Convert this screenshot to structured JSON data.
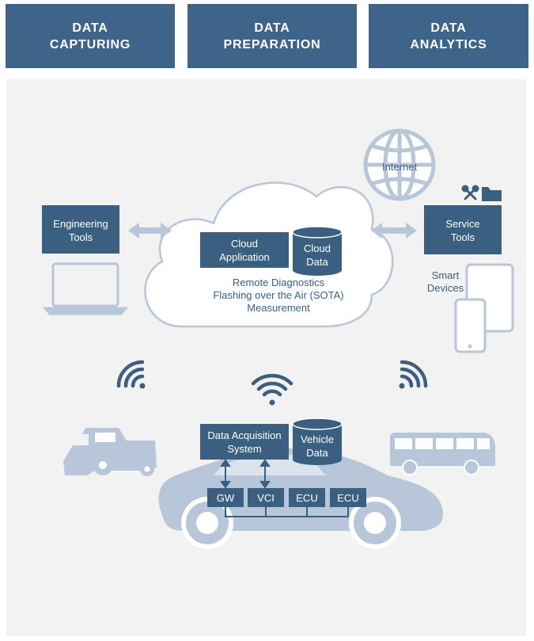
{
  "header": {
    "tabs": [
      {
        "line1": "DATA",
        "line2": "CAPTURING"
      },
      {
        "line1": "DATA",
        "line2": "PREPARATION"
      },
      {
        "line1": "DATA",
        "line2": "ANALYTICS"
      }
    ]
  },
  "colors": {
    "header_bg": "#3e6489",
    "box_dark": "#3a5f80",
    "icon_light": "#b7c6d8",
    "panel_bg": "#f2f2f2"
  },
  "diagram": {
    "internet": "Internet",
    "engineering_tools": {
      "line1": "Engineering",
      "line2": "Tools"
    },
    "service_tools": {
      "line1": "Service",
      "line2": "Tools"
    },
    "smart_devices": {
      "line1": "Smart",
      "line2": "Devices"
    },
    "cloud_application": {
      "line1": "Cloud",
      "line2": "Application"
    },
    "cloud_data": {
      "line1": "Cloud",
      "line2": "Data"
    },
    "cloud_caption": {
      "line1": "Remote Diagnostics",
      "line2": "Flashing over the Air (SOTA)",
      "line3": "Measurement"
    },
    "data_acquisition": {
      "line1": "Data Acquisition",
      "line2": "System"
    },
    "vehicle_data": {
      "line1": "Vehicle",
      "line2": "Data"
    },
    "bus_nodes": [
      "GW",
      "VCI",
      "ECU",
      "ECU"
    ],
    "icons": [
      "globe-icon",
      "tools-icon",
      "folder-icon",
      "laptop-icon",
      "tablet-icon",
      "smartphone-icon",
      "wifi-icon",
      "harvester-icon",
      "bus-icon",
      "car-icon"
    ]
  }
}
